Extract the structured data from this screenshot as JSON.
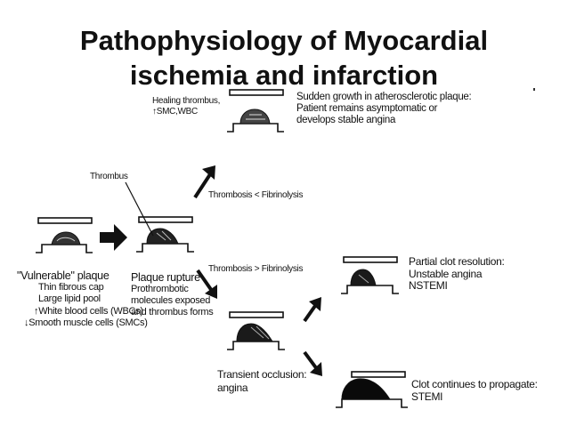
{
  "title": {
    "line1": "Pathophysiology of Myocardial",
    "line2": "ischemia and infarction"
  },
  "labels": {
    "healing_thrombus": [
      "Healing thrombus,",
      "↑SMC,WBC"
    ],
    "sudden_growth": [
      "Sudden growth in atherosclerotic plaque:",
      "Patient remains asymptomatic or",
      "develops stable angina"
    ],
    "thrombus": "Thrombus",
    "thrombosis_less": "Thrombosis < Fibrinolysis",
    "thrombosis_greater": "Thrombosis > Fibrinolysis",
    "vulnerable_plaque": [
      "\"Vulnerable\" plaque",
      "Thin fibrous cap",
      "Large lipid pool",
      "↑White blood cells (WBCs)",
      "↓Smooth muscle cells (SMCs)"
    ],
    "plaque_rupture": [
      "Plaque rupture",
      "Prothrombotic",
      "molecules exposed",
      "and thrombus forms"
    ],
    "transient_occlusion": [
      "Transient occlusion:",
      "angina"
    ],
    "partial_clot": [
      "Partial clot resolution:",
      "Unstable angina",
      "NSTEMI"
    ],
    "clot_propagate": [
      "Clot continues to propagate:",
      "STEMI"
    ]
  }
}
